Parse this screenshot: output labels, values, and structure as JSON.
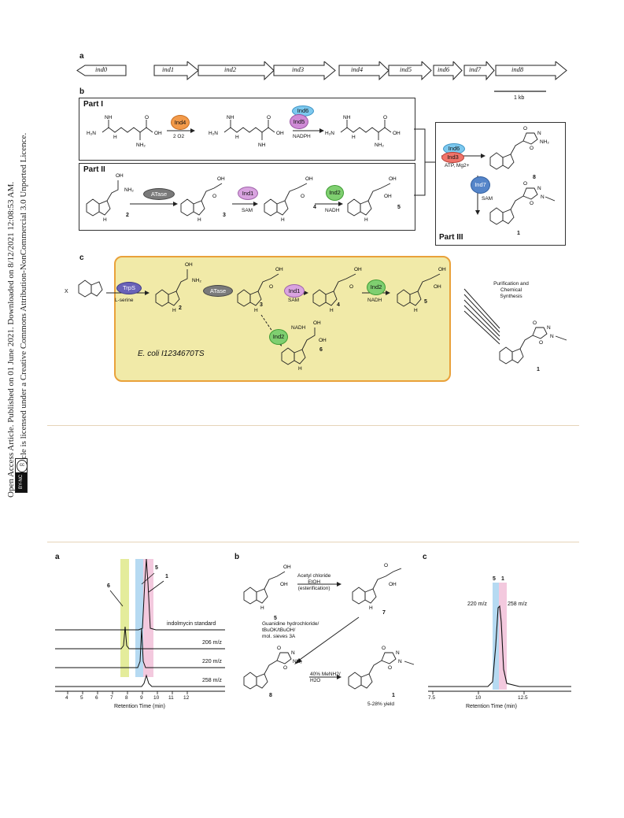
{
  "side": {
    "line1": "Open Access Article. Published on 01 June 2021. Downloaded on 8/12/2021 12:08:53 AM.",
    "line2": "This article is licensed under a Creative Commons Attribution-NonCommercial 3.0 Unported Licence.",
    "badge": "BY-NC",
    "cc": "cc"
  },
  "fig1": {
    "panel_a": "a",
    "panel_b": "b",
    "panel_c": "c",
    "genes": [
      "ind0",
      "ind1",
      "ind2",
      "ind3",
      "ind4",
      "ind5",
      "ind6",
      "ind7",
      "ind8"
    ],
    "scale": "1 kb",
    "part1": "Part I",
    "part2": "Part II",
    "part3": "Part III",
    "enz": {
      "ind4": "Ind4",
      "ind5": "Ind5",
      "ind6": "Ind6",
      "ind3": "Ind3",
      "ind1": "Ind1",
      "ind2": "Ind2",
      "ind7": "Ind7",
      "atase": "ATase",
      "trps": "TrpS"
    },
    "cond": {
      "o2": "2 O2",
      "nadph": "NADPH",
      "sam": "SAM",
      "nadh": "NADH",
      "atp": "ATP, Mg2+",
      "lserine": "L-serine"
    },
    "compounds": {
      "c1": "1",
      "c2": "2",
      "c3": "3",
      "c4": "4",
      "c5": "5",
      "c6": "6",
      "c8": "8"
    },
    "ecoli": "E. coli I1234670TS",
    "purif": [
      "Purification and",
      "Chemical",
      "Synthesis"
    ],
    "x": "X"
  },
  "fig2": {
    "panel_a": "a",
    "panel_b": "b",
    "panel_c": "c",
    "trace_labels": [
      "indolmycin standard",
      "206 m/z",
      "220 m/z",
      "258 m/z"
    ],
    "peak_labels": {
      "p6": "6",
      "p5": "5",
      "p1": "1"
    },
    "xaxis_a": {
      "label": "Retention Time (min)",
      "ticks": [
        "4",
        "5",
        "6",
        "7",
        "8",
        "9",
        "10",
        "11",
        "12"
      ]
    },
    "xaxis_c": {
      "label": "Retention Time (min)",
      "ticks": [
        "7.5",
        "10",
        "12.5"
      ]
    },
    "c_peaks": {
      "p5": "5",
      "p1": "1",
      "l220": "220 m/z",
      "l258": "258 m/z"
    },
    "scheme_b": {
      "step1": [
        "Acetyl chloride",
        "EtOH",
        "(esterification)"
      ],
      "step2": [
        "Guanidine hydrochloride/",
        "tBuOK/tBuOH/",
        "mol. sieves 3A"
      ],
      "step3": [
        "40% MeNH2/",
        "H2O"
      ],
      "yield": "5-28% yield",
      "c5": "5",
      "c7": "7",
      "c8": "8",
      "c1": "1"
    }
  }
}
